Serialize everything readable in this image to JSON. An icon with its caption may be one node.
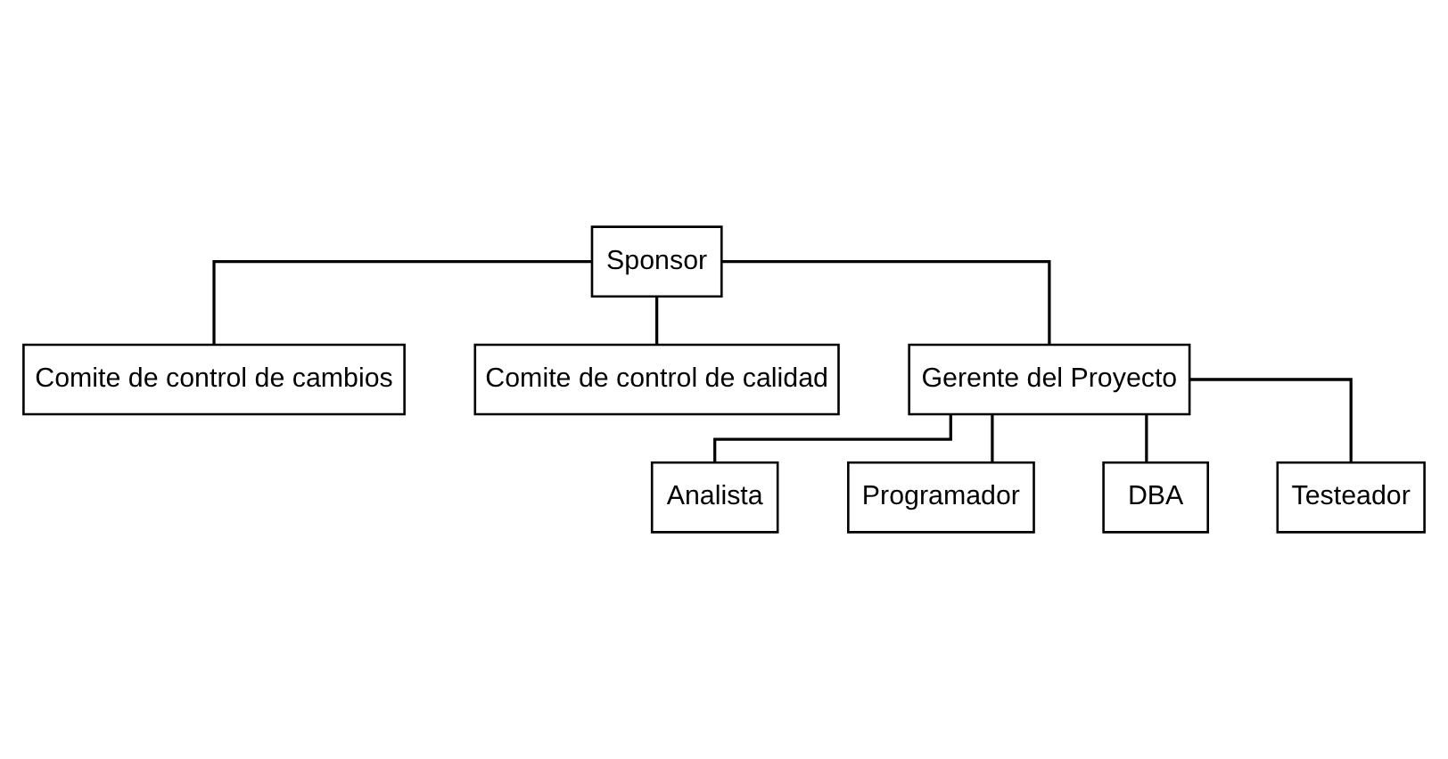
{
  "diagram": {
    "nodes": [
      {
        "text": [
          "Sponsor"
        ]
      },
      {
        "text": [
          "Comite de control de cambios"
        ]
      },
      {
        "text": [
          "Comite de control de calidad"
        ]
      },
      {
        "text": [
          "Gerente del Proyecto"
        ]
      },
      {
        "text": [
          "Analista"
        ]
      },
      {
        "text": [
          "Programador"
        ]
      },
      {
        "text": [
          "DBA"
        ]
      },
      {
        "text": [
          "Testeador"
        ]
      }
    ],
    "edges": [
      {
        "from": 0,
        "to": 1,
        "arrow": "none"
      },
      {
        "from": 0,
        "to": 2,
        "arrow": "none"
      },
      {
        "from": 0,
        "to": 3,
        "arrow": "none"
      },
      {
        "from": 3,
        "to": 4,
        "arrow": "none"
      },
      {
        "from": 3,
        "to": 5,
        "arrow": "none"
      },
      {
        "from": 3,
        "to": 6,
        "arrow": "none"
      },
      {
        "from": 3,
        "to": 7,
        "arrow": "none"
      }
    ]
  }
}
